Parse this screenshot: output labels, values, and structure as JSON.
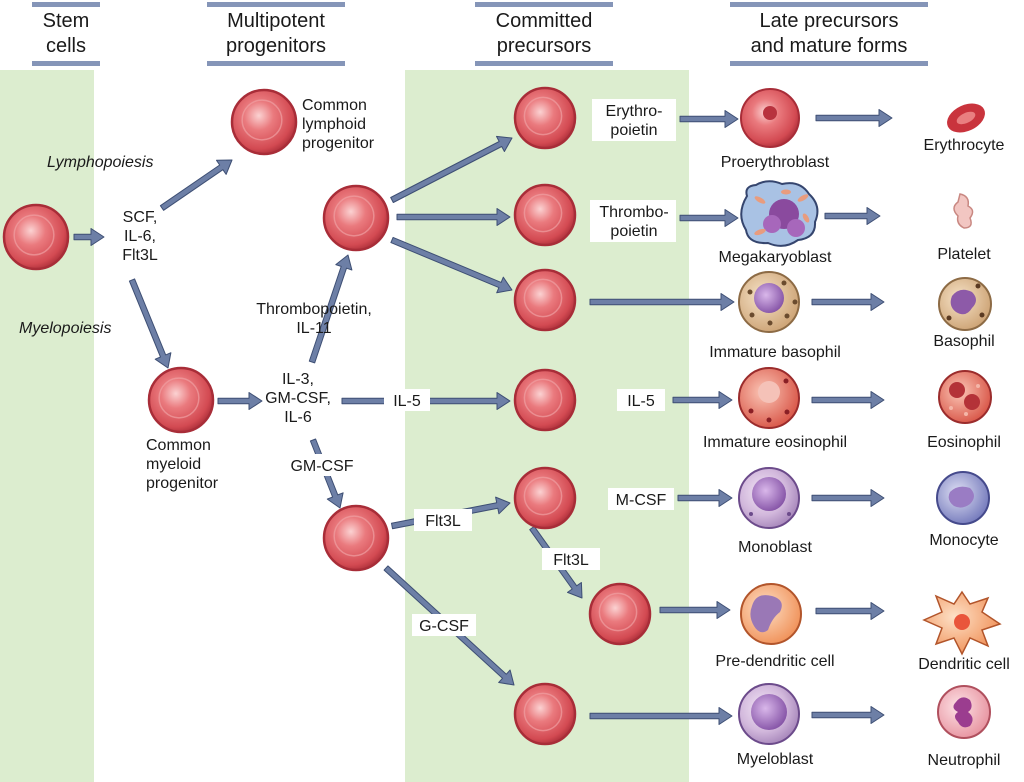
{
  "headers": {
    "stem": [
      "Stem",
      "cells"
    ],
    "multipotent": [
      "Multipotent",
      "progenitors"
    ],
    "committed": [
      "Committed",
      "precursors"
    ],
    "late": [
      "Late precursors",
      "and mature forms"
    ]
  },
  "processes": {
    "lymphopoiesis": "Lymphopoiesis",
    "myelopoiesis": "Myelopoiesis"
  },
  "cytokines": {
    "stem_factors": [
      "SCF,",
      "IL-6,",
      "Flt3L"
    ],
    "erythropoietin": [
      "Erythro-",
      "poietin"
    ],
    "thrombopoietin": [
      "Thrombo-",
      "poietin"
    ],
    "thrombopoietin_il11": [
      "Thrombopoietin,",
      "IL-11"
    ],
    "myeloid_factors": [
      "IL-3,",
      "GM-CSF,",
      "IL-6"
    ],
    "il5_a": "IL-5",
    "il5_b": "IL-5",
    "gmcsf": "GM-CSF",
    "flt3l_a": "Flt3L",
    "flt3l_b": "Flt3L",
    "mcsf": "M-CSF",
    "gcsf": "G-CSF"
  },
  "progenitors": {
    "common_lymphoid": [
      "Common",
      "lymphoid",
      "progenitor"
    ],
    "common_myeloid": [
      "Common",
      "myeloid",
      "progenitor"
    ]
  },
  "late_precursors": {
    "proerythroblast": "Proerythroblast",
    "megakaryoblast": "Megakaryoblast",
    "immature_basophil": "Immature basophil",
    "immature_eosinophil": "Immature eosinophil",
    "monoblast": "Monoblast",
    "pre_dendritic": "Pre-dendritic cell",
    "myeloblast": "Myeloblast"
  },
  "mature_forms": {
    "erythrocyte": "Erythrocyte",
    "platelet": "Platelet",
    "basophil": "Basophil",
    "eosinophil": "Eosinophil",
    "monocyte": "Monocyte",
    "dendritic": "Dendritic cell",
    "neutrophil": "Neutrophil"
  },
  "colors": {
    "band": "#dcedcf",
    "arrow": "#6d7fa6",
    "arrow_stroke": "#3e4f74",
    "cell_fill": "#d9525a",
    "cell_rim": "#a82d38",
    "cell_highlight": "#f5b8b8",
    "purple_nucleus": "#9a68b8",
    "header_bar": "#8595b8"
  }
}
